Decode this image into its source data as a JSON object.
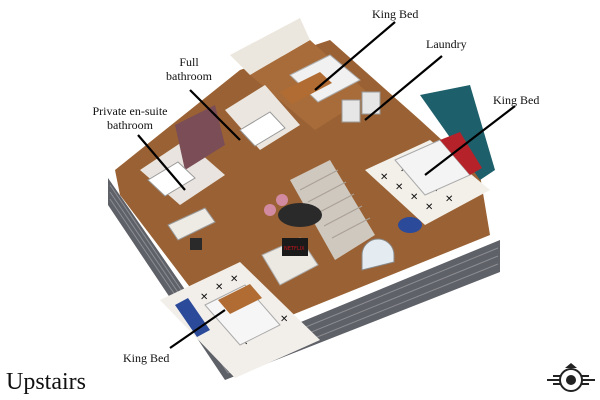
{
  "plan": {
    "caption": "Upstairs",
    "labels": {
      "king_bed_top": "King Bed",
      "laundry": "Laundry",
      "full_bathroom": "Full\nbathroom",
      "king_bed_right": "King Bed",
      "ensuite": "Private en-suite\nbathroom",
      "king_bed_bottom": "King Bed"
    },
    "tv_text": "NETFLIX"
  },
  "colors": {
    "floor": "#9a6234",
    "wall_top": "#f2ede6",
    "siding": "#62646a",
    "teal_wall": "#1d5f6a",
    "accent_red": "#b5222a"
  }
}
